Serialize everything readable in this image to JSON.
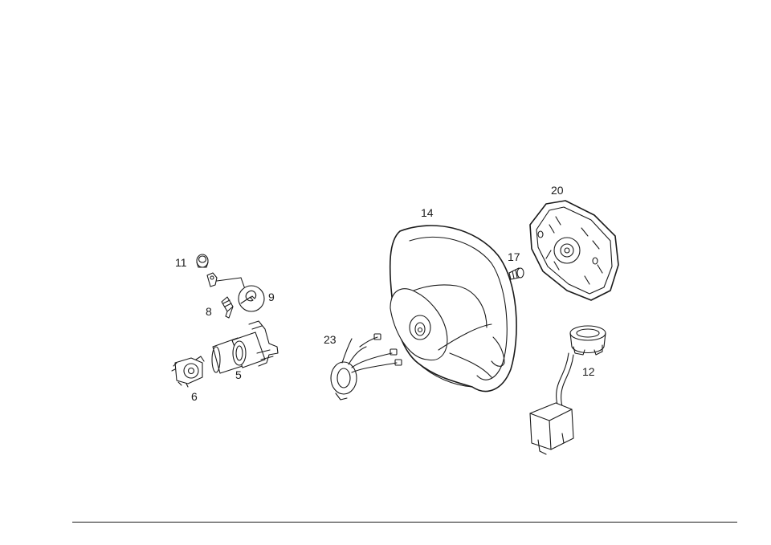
{
  "callouts": {
    "p6": "6",
    "p5": "5",
    "p8": "8",
    "p9": "9",
    "p11": "11",
    "p12": "12",
    "p14": "14",
    "p17": "17",
    "p20": "20",
    "p23": "23"
  },
  "colors": {
    "line": "#1a1a1a",
    "background": "#ffffff"
  }
}
